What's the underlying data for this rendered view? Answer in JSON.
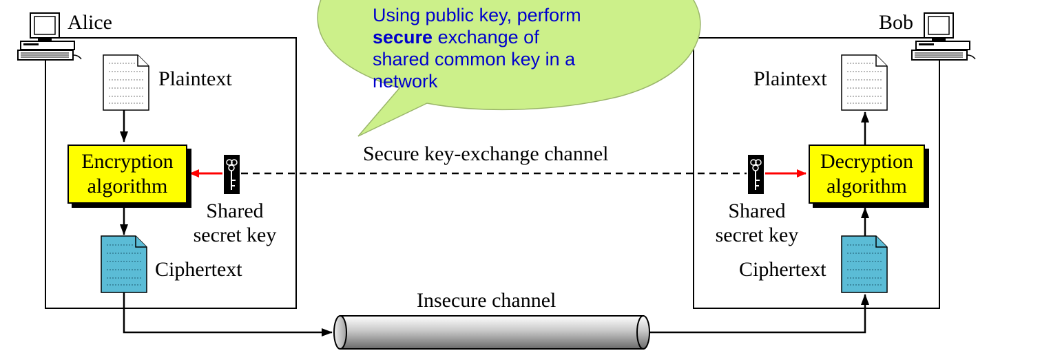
{
  "alice": {
    "name": "Alice",
    "plaintext": "Plaintext",
    "ciphertext": "Ciphertext",
    "algorithm_line1": "Encryption",
    "algorithm_line2": "algorithm",
    "key_line1": "Shared",
    "key_line2": "secret key"
  },
  "bob": {
    "name": "Bob",
    "plaintext": "Plaintext",
    "ciphertext": "Ciphertext",
    "algorithm_line1": "Decryption",
    "algorithm_line2": "algorithm",
    "key_line1": "Shared",
    "key_line2": "secret key"
  },
  "channels": {
    "secure": "Secure key-exchange channel",
    "insecure": "Insecure channel"
  },
  "callout": {
    "line1": "Using public key, perform",
    "bold": "secure",
    "line2_rest": " exchange of",
    "line3": "shared common key in a",
    "line4": "network"
  },
  "colors": {
    "algorithm_fill": "#ffff00",
    "ciphertext_fill": "#5bbcd6",
    "callout_fill": "#ccf08a",
    "callout_text": "#0000cc",
    "key_arrow": "#ff0000"
  }
}
